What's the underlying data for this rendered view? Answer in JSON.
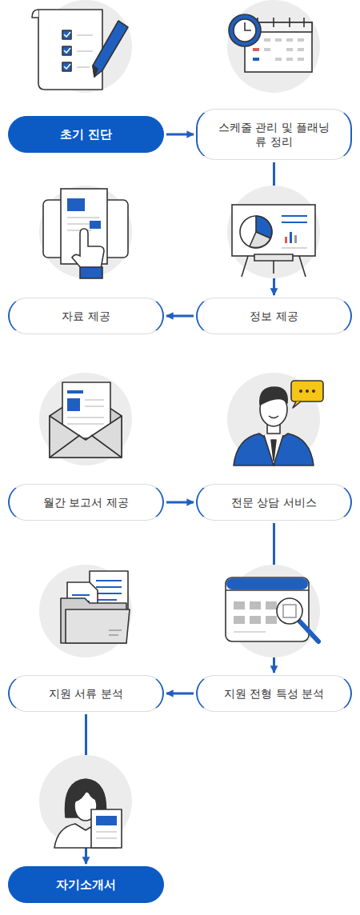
{
  "diagram": {
    "nodes": [
      {
        "text": [
          "초기 진단"
        ]
      },
      {
        "text": [
          "스케줄 관리 및 플래닝류 정리"
        ]
      },
      {
        "text": [
          "정보 제공"
        ]
      },
      {
        "text": [
          "자료 제공"
        ]
      },
      {
        "text": [
          "월간 보고서 제공"
        ]
      },
      {
        "text": [
          "전문 상담 서비스"
        ]
      },
      {
        "text": [
          "지원 전형 특성 분석"
        ]
      },
      {
        "text": [
          "지원 서류 분석"
        ]
      },
      {
        "text": [
          "자기소개서"
        ]
      }
    ],
    "edges": [
      {
        "from": 0,
        "to": 1,
        "arrow": "to"
      },
      {
        "from": 1,
        "to": 2,
        "arrow": "to"
      },
      {
        "from": 2,
        "to": 3,
        "arrow": "to"
      },
      {
        "from": 4,
        "to": 5,
        "arrow": "to"
      },
      {
        "from": 5,
        "to": 6,
        "arrow": "to"
      },
      {
        "from": 6,
        "to": 7,
        "arrow": "to"
      },
      {
        "from": 7,
        "to": 8,
        "arrow": "to"
      }
    ]
  }
}
